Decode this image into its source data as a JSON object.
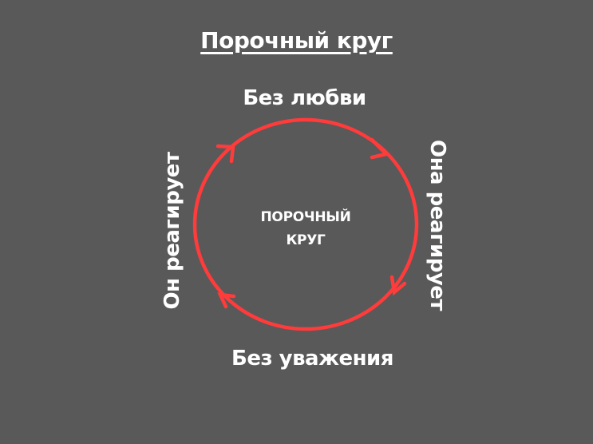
{
  "title": "Порочный круг",
  "diagram": {
    "type": "cycle",
    "center_label_line1": "ПОРОЧНЫЙ",
    "center_label_line2": "КРУГ",
    "nodes": {
      "top": "Без любви",
      "right": "Она реагирует",
      "bottom": "Без уважения",
      "left": "Он реагирует"
    },
    "direction": "clockwise",
    "colors": {
      "background": "#595959",
      "circle": "#ff3b3b",
      "text": "#ffffff"
    }
  }
}
